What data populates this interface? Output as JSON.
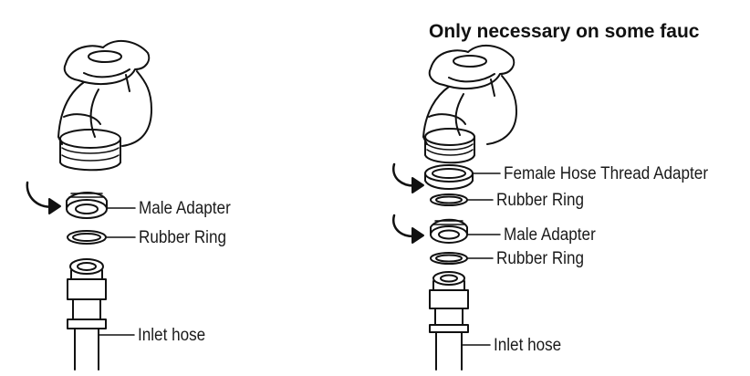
{
  "note": "Only necessary on some fauc",
  "left_assembly": {
    "labels": [
      "Male Adapter",
      "Rubber Ring",
      "Inlet hose"
    ]
  },
  "right_assembly": {
    "labels": [
      "Female Hose Thread Adapter",
      "Rubber Ring",
      "Male Adapter",
      "Rubber Ring",
      "Inlet hose"
    ]
  },
  "icons": [
    "faucet-icon",
    "rotate-arrow-icon",
    "adapter-icon",
    "rubber-ring-icon",
    "inlet-hose-icon"
  ]
}
